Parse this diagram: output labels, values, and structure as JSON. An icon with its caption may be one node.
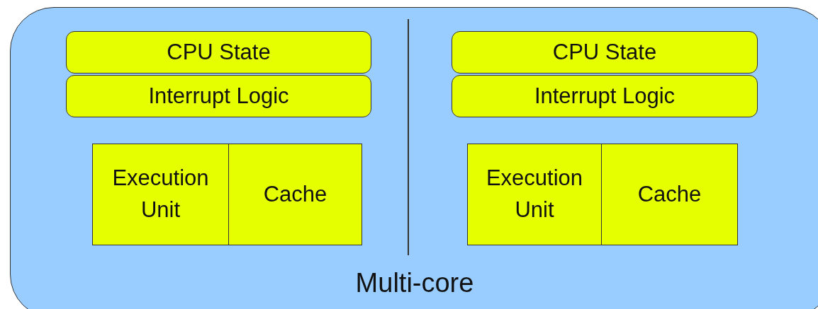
{
  "diagram": {
    "nodes": [
      {
        "text": [
          "Multi-core"
        ]
      },
      {
        "text": [
          "CPU State"
        ],
        "in": 0
      },
      {
        "text": [
          "Interrupt Logic"
        ],
        "in": 0
      },
      {
        "text": [
          "Execution Unit"
        ],
        "in": 0
      },
      {
        "text": [
          "Cache"
        ],
        "in": 0
      },
      {
        "text": [
          "CPU State"
        ],
        "in": 0
      },
      {
        "text": [
          "Interrupt Logic"
        ],
        "in": 0
      },
      {
        "text": [
          "Execution Unit"
        ],
        "in": 0
      },
      {
        "text": [
          "Cache"
        ],
        "in": 0
      }
    ]
  }
}
